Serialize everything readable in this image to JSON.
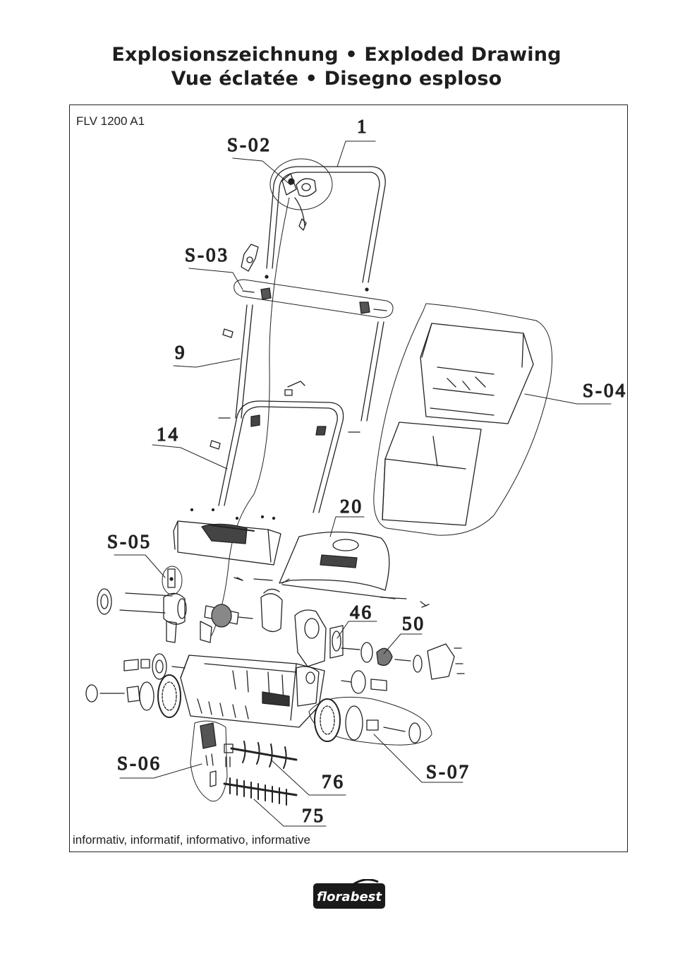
{
  "header": {
    "title_line1": "Explosionszeichnung • Exploded Drawing",
    "title_line2": "Vue éclatée • Disegno esploso"
  },
  "frame": {
    "model": "FLV 1200 A1",
    "note": "informativ, informatif, informativo, informative"
  },
  "callouts": [
    "1",
    "S-02",
    "S-03",
    "9",
    "14",
    "S-04",
    "20",
    "S-05",
    "46",
    "50",
    "S-06",
    "76",
    "75",
    "S-07"
  ],
  "brand": {
    "logo_text": "florabest",
    "color": "#1a1a1a"
  }
}
